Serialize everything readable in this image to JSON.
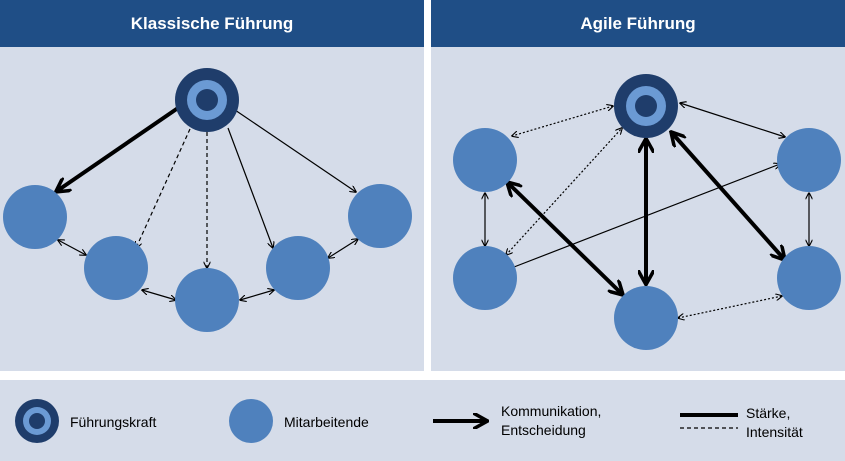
{
  "panels": {
    "classic": {
      "title": "Klassische Führung"
    },
    "agile": {
      "title": "Agile Führung"
    }
  },
  "legend": {
    "leader": "Führungskraft",
    "employees": "Mitarbeitende",
    "communication_line1": "Kommunikation,",
    "communication_line2": "Entscheidung",
    "strength_line1": "Stärke,",
    "strength_line2": "Intensität"
  },
  "colors": {
    "panel_bg": "#d5dce9",
    "header_bg": "#1f4e86",
    "node": "#4f81bd",
    "leader_outer": "#1f3d6b",
    "leader_ring": "#6b9ad4"
  }
}
